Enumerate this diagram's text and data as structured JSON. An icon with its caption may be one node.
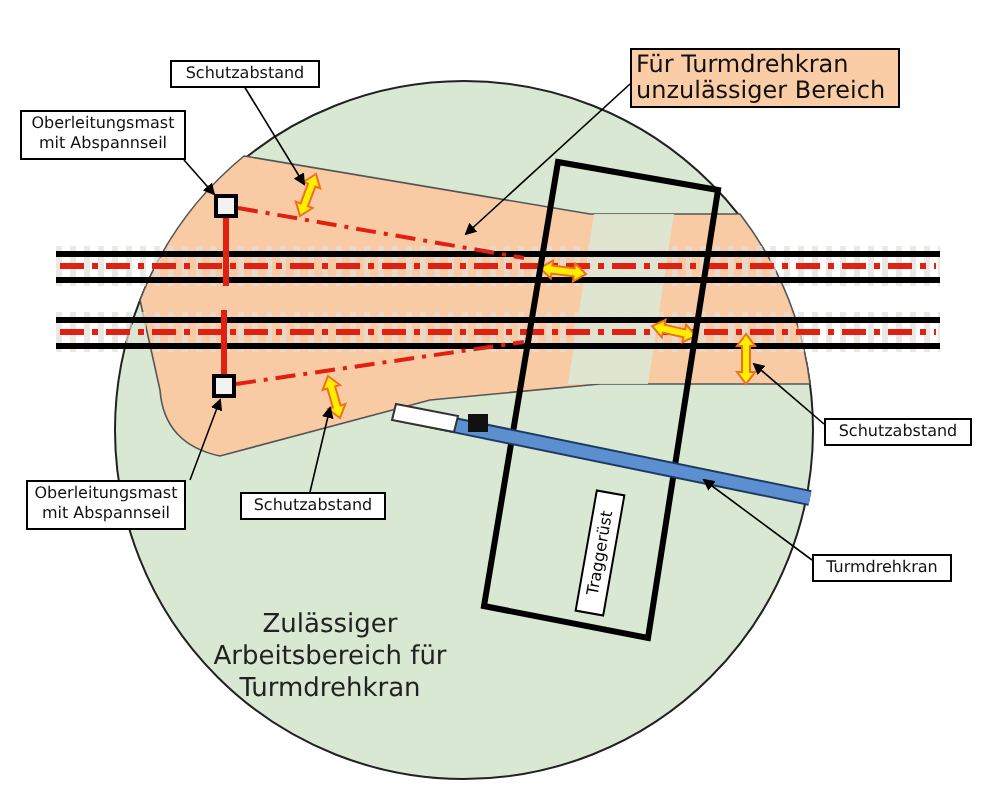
{
  "diagram": {
    "nodes": [
      {
        "text": [
          "Schutzabstand"
        ]
      },
      {
        "text": [
          "Für Turmdrehkran unzulässiger Bereich"
        ]
      },
      {
        "text": [
          "Oberleitungsmast mit Abspannseil"
        ]
      },
      {
        "text": [
          "Zulässiger Arbeitsbereich für Turmdrehkran"
        ]
      },
      {
        "text": [],
        "shape": "box",
        "in": 5
      },
      {
        "text": [],
        "shape": "area",
        "in": 3
      },
      {
        "text": [],
        "shape": "arrow",
        "in": 5
      },
      {
        "text": [],
        "shape": "arrow",
        "in": 5
      },
      {
        "text": [],
        "shape": "box",
        "in": 5
      },
      {
        "text": [],
        "shape": "arrow",
        "in": 5
      },
      {
        "text": [
          "Schutzabstand"
        ]
      },
      {
        "text": [],
        "shape": "bar",
        "in": 3
      },
      {
        "text": [
          "Oberleitungsmast mit Abspannseil"
        ]
      },
      {
        "text": [
          "Schutzabstand"
        ],
        "in": 3
      },
      {
        "text": [
          "Traggerüst"
        ],
        "in": 3
      },
      {
        "text": [
          "Turmdrehkran"
        ]
      }
    ],
    "edges": [
      {
        "from": 0,
        "to": 6,
        "arrow": "to"
      },
      {
        "from": 1,
        "to": 5,
        "arrow": "to"
      },
      {
        "from": 2,
        "to": 4,
        "arrow": "to"
      },
      {
        "from": 10,
        "to": 7,
        "arrow": "to"
      },
      {
        "from": 15,
        "to": 11,
        "arrow": "to"
      },
      {
        "from": 12,
        "to": 8,
        "arrow": "to"
      },
      {
        "from": 13,
        "to": 9,
        "arrow": "to"
      }
    ]
  }
}
